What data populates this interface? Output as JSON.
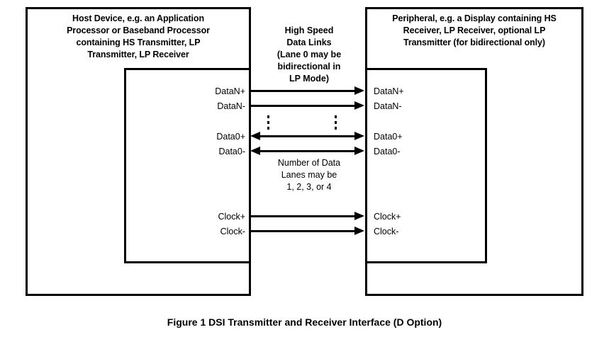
{
  "figure": {
    "caption": "Figure 1 DSI Transmitter and Receiver Interface (D Option)"
  },
  "host": {
    "heading_lines": [
      "Host Device, e.g. an Application",
      "Processor or Baseband Processor",
      "containing HS Transmitter, LP",
      "Transmitter,  LP Receiver"
    ],
    "pins": [
      {
        "label": "DataN+"
      },
      {
        "label": "DataN-"
      },
      {
        "label": "Data0+"
      },
      {
        "label": "Data0-"
      },
      {
        "label": "Clock+"
      },
      {
        "label": "Clock-"
      }
    ]
  },
  "peripheral": {
    "heading_lines": [
      "Peripheral, e.g. a Display containing  HS",
      "Receiver, LP Receiver, optional LP",
      "Transmitter (for bidirectional only)"
    ],
    "pins": [
      {
        "label": "DataN+"
      },
      {
        "label": "DataN-"
      },
      {
        "label": "Data0+"
      },
      {
        "label": "Data0-"
      },
      {
        "label": "Clock+"
      },
      {
        "label": "Clock-"
      }
    ]
  },
  "middle": {
    "title_lines": [
      "High Speed",
      "Data  Links",
      "(Lane 0 may be",
      "bidirectional in",
      "LP Mode)"
    ],
    "note_lines": [
      "Number of Data",
      "Lanes may be",
      "1, 2, 3, or 4"
    ]
  },
  "links": [
    {
      "name": "DataN+",
      "direction": "right"
    },
    {
      "name": "DataN-",
      "direction": "right"
    },
    {
      "name": "Data0+",
      "direction": "both"
    },
    {
      "name": "Data0-",
      "direction": "both"
    },
    {
      "name": "Clock+",
      "direction": "right"
    },
    {
      "name": "Clock-",
      "direction": "right"
    }
  ],
  "colors": {
    "stroke": "#000000",
    "background": "#ffffff"
  }
}
